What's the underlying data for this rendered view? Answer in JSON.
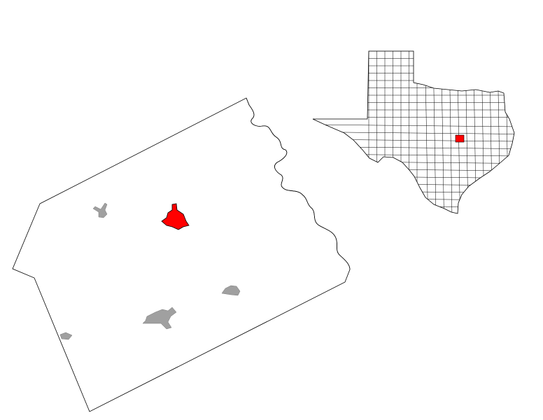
{
  "map": {
    "colors": {
      "background": "#ffffff",
      "outline": "#000000",
      "highlight": "#ff0000",
      "other_places": "#a0a0a0"
    },
    "layers": [
      "county-outline",
      "river-boundary",
      "highlighted-place",
      "other-places",
      "state-locator-inset"
    ]
  }
}
